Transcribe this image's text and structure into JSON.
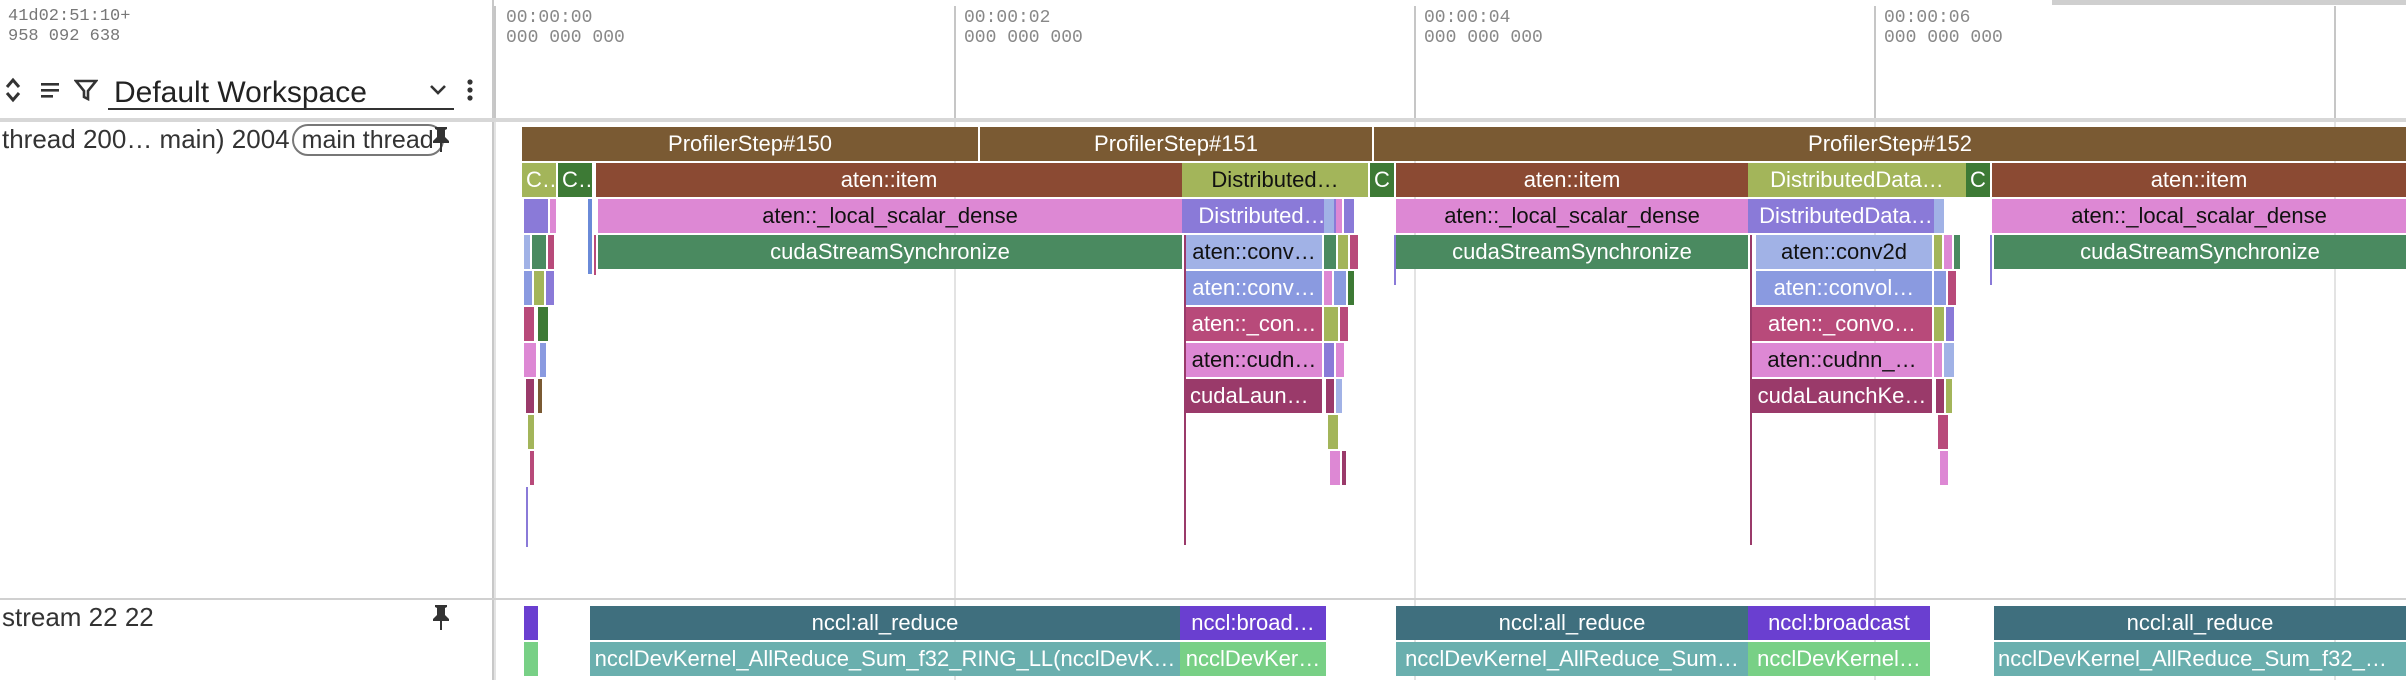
{
  "header": {
    "timestamp_line1": "41d02:51:10+",
    "timestamp_line2": "958 092 638",
    "workspace_label": "Default Workspace",
    "ticks": [
      {
        "time": "00:00:00",
        "ns": "000 000 000"
      },
      {
        "time": "00:00:02",
        "ns": "000 000 000"
      },
      {
        "time": "00:00:04",
        "ns": "000 000 000"
      },
      {
        "time": "00:00:06",
        "ns": "000 000 000"
      }
    ]
  },
  "toolbar": {
    "icons": [
      "expand-collapse-icon",
      "sort-lines-icon",
      "filter-icon",
      "chevron-down-icon",
      "kebab-menu-icon"
    ]
  },
  "tracks": [
    {
      "title": "thread 200… main) 2004",
      "chip": "main thread",
      "pin_icon": "pin-icon",
      "slices": [
        {
          "label": "ProfilerStep#150",
          "color": "#7a5a33"
        },
        {
          "label": "ProfilerStep#151",
          "color": "#7a5a33"
        },
        {
          "label": "ProfilerStep#152",
          "color": "#7a5a33"
        },
        {
          "label": "C…",
          "color": "#a3b55a"
        },
        {
          "label": "C…",
          "color": "#3d7a35"
        },
        {
          "label": "aten::item",
          "color": "#8b4a33"
        },
        {
          "label": "Distributed…",
          "color": "#a3b55a"
        },
        {
          "label": "C",
          "color": "#3d7a35"
        },
        {
          "label": "aten::item",
          "color": "#8b4a33"
        },
        {
          "label": "DistributedData…",
          "color": "#a3b55a"
        },
        {
          "label": "C",
          "color": "#3d7a35"
        },
        {
          "label": "aten::item",
          "color": "#8b4a33"
        },
        {
          "label": "aten::_local_scalar_dense",
          "color": "#dd88d4"
        },
        {
          "label": "Distributed…",
          "color": "#8a7ad8"
        },
        {
          "label": "aten::_local_scalar_dense",
          "color": "#dd88d4"
        },
        {
          "label": "DistributedData…",
          "color": "#8a7ad8"
        },
        {
          "label": "aten::_local_scalar_dense",
          "color": "#dd88d4"
        },
        {
          "label": "cudaStreamSynchronize",
          "color": "#4a8a60"
        },
        {
          "label": "aten::conv…",
          "color": "#a1b2e6"
        },
        {
          "label": "cudaStreamSynchronize",
          "color": "#4a8a60"
        },
        {
          "label": "aten::conv2d",
          "color": "#a1b2e6"
        },
        {
          "label": "cudaStreamSynchronize",
          "color": "#4a8a60"
        },
        {
          "label": "aten::conv…",
          "color": "#8a9ae0"
        },
        {
          "label": "aten::convol…",
          "color": "#8a9ae0"
        },
        {
          "label": "aten::_con…",
          "color": "#b84a7a"
        },
        {
          "label": "aten::_convo…",
          "color": "#b84a7a"
        },
        {
          "label": "aten::cudn…",
          "color": "#dd88d4"
        },
        {
          "label": "aten::cudnn_…",
          "color": "#dd88d4"
        },
        {
          "label": "cudaLaunch…",
          "color": "#9a3a6a"
        },
        {
          "label": "cudaLaunchKe…",
          "color": "#9a3a6a"
        }
      ]
    },
    {
      "title": "stream 22 22",
      "pin_icon": "pin-icon",
      "slices": [
        {
          "label": "nccl:all_reduce",
          "color": "#3f6f7e"
        },
        {
          "label": "nccl:broad…",
          "color": "#6a3fd0"
        },
        {
          "label": "nccl:all_reduce",
          "color": "#3f6f7e"
        },
        {
          "label": "nccl:broadcast",
          "color": "#6a3fd0"
        },
        {
          "label": "nccl:all_reduce",
          "color": "#3f6f7e"
        },
        {
          "label": "ncclDevKernel_AllReduce_Sum_f32_RING_LL(ncclDevK…",
          "color": "#6aafae"
        },
        {
          "label": "ncclDevKer…",
          "color": "#78d086"
        },
        {
          "label": "ncclDevKernel_AllReduce_Sum…",
          "color": "#6aafae"
        },
        {
          "label": "ncclDevKernel…",
          "color": "#78d086"
        },
        {
          "label": "ncclDevKernel_AllReduce_Sum_f32_RI…",
          "color": "#6aafae"
        }
      ]
    }
  ]
}
